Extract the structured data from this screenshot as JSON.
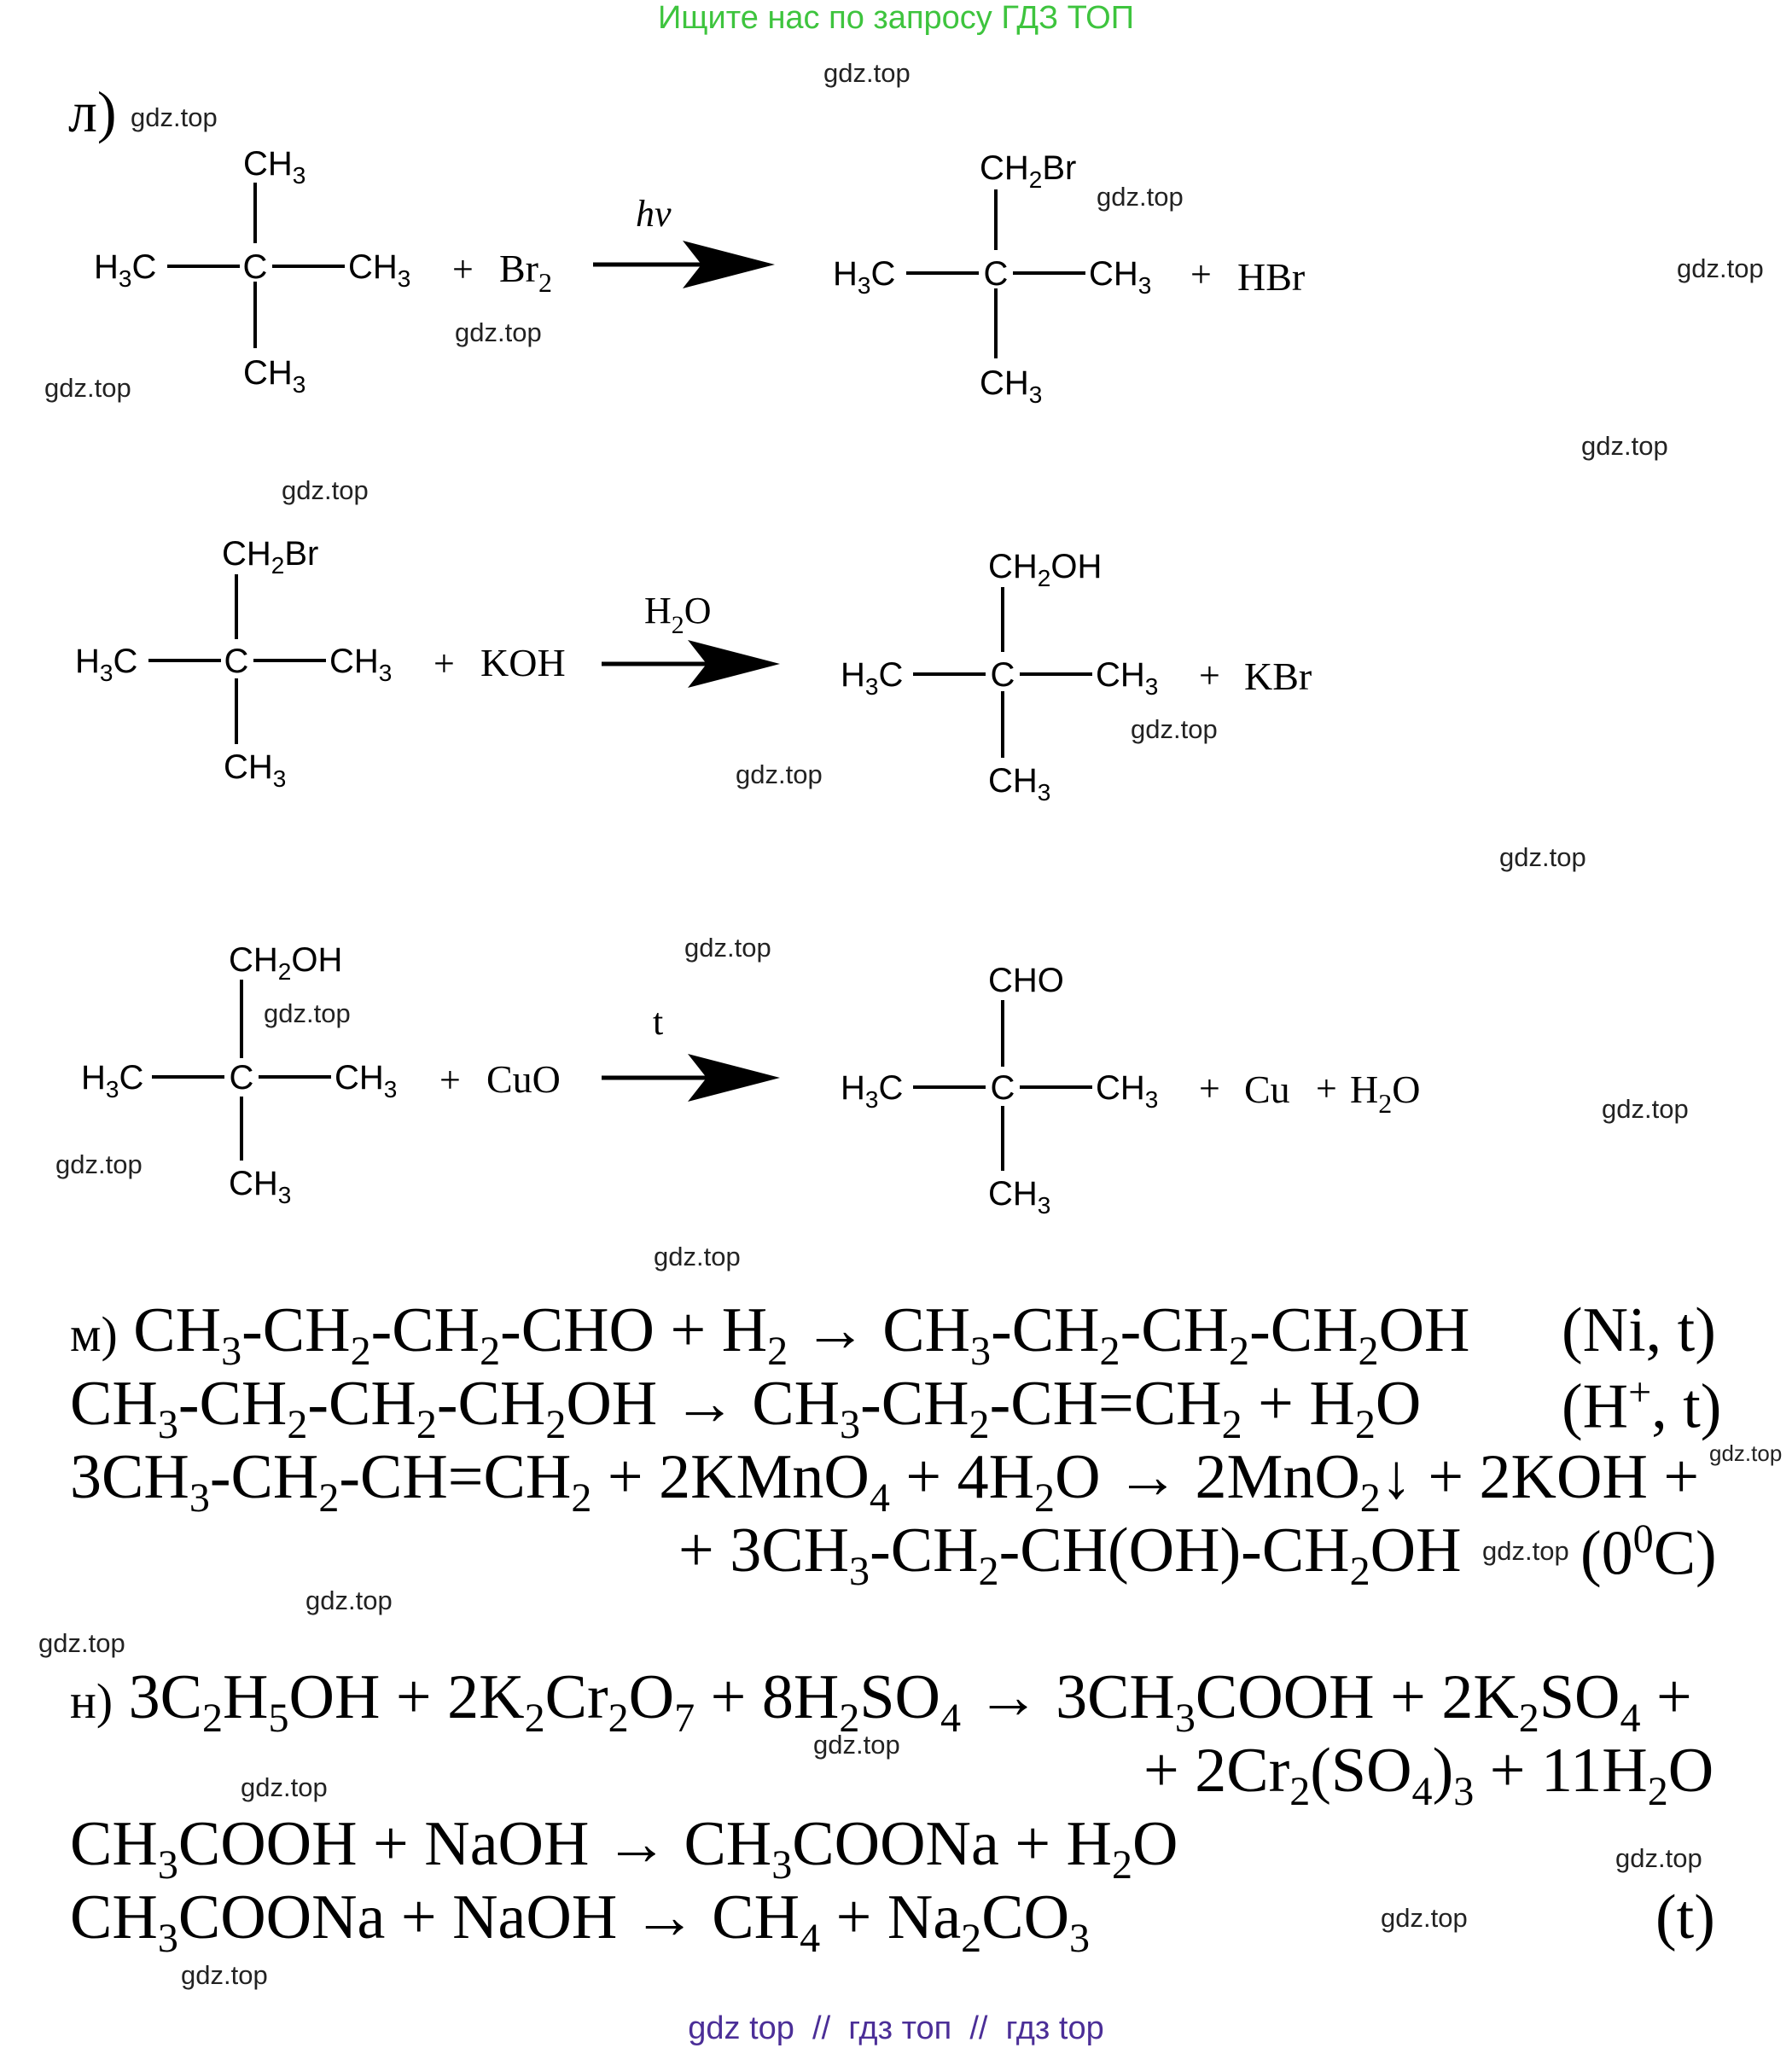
{
  "header": {
    "banner": "Ищите нас по запросу ГДЗ ТОП"
  },
  "watermark": "gdz.top",
  "section_l": {
    "label": "л)",
    "r1": {
      "top": "CH3",
      "left": "H3C",
      "center": "C",
      "right": "CH3",
      "bottom": "CH3",
      "plus1": "+",
      "reagent": "Br2",
      "condition": "hv",
      "p_top": "CH2Br",
      "p_left": "H3C",
      "p_center": "C",
      "p_right": "CH3",
      "p_bottom": "CH3",
      "plus2": "+",
      "byproduct": "HBr"
    },
    "r2": {
      "top": "CH2Br",
      "left": "H3C",
      "center": "C",
      "right": "CH3",
      "bottom": "CH3",
      "plus1": "+",
      "reagent": "KOH",
      "condition": "H2O",
      "p_top": "CH2OH",
      "p_left": "H3C",
      "p_center": "C",
      "p_right": "CH3",
      "p_bottom": "CH3",
      "plus2": "+",
      "byproduct": "KBr"
    },
    "r3": {
      "top": "CH2OH",
      "left": "H3C",
      "center": "C",
      "right": "CH3",
      "bottom": "CH3",
      "plus1": "+",
      "reagent": "CuO",
      "condition": "t",
      "p_top": "CHO",
      "p_left": "H3C",
      "p_center": "C",
      "p_right": "CH3",
      "p_bottom": "CH3",
      "plus2": "+",
      "byproduct1": "Cu",
      "plus3": "+",
      "byproduct2": "H2O"
    }
  },
  "section_m": {
    "label": "м)",
    "eq1": "CH3-CH2-CH2-CHO + H2 → CH3-CH2-CH2-CH2OH",
    "cond1": "(Ni, t)",
    "eq2": "CH3-CH2-CH2-CH2OH → CH3-CH2-CH=CH2 + H2O",
    "cond2": "(H+, t)",
    "eq3": "3CH3-CH2-CH=CH2 + 2KMnO4 + 4H2O → 2MnO2↓ + 2KOH +",
    "eq3b": "+ 3CH3-CH2-CH(OH)-CH2OH",
    "cond3": "(0⁰C)"
  },
  "section_n": {
    "label": "н)",
    "eq1": "3C2H5OH + 2K2Cr2O7 + 8H2SO4 → 3CH3COOH + 2K2SO4 +",
    "eq1b": "+ 2Cr2(SO4)3 + 11H2O",
    "eq2": "CH3COOH + NaOH → CH3COONa + H2O",
    "eq3": "CH3COONa + NaOH → CH4 + Na2CO3",
    "cond3": "(t)"
  },
  "footer": {
    "text": "gdz top  //  гдз топ  //  гдз top"
  }
}
